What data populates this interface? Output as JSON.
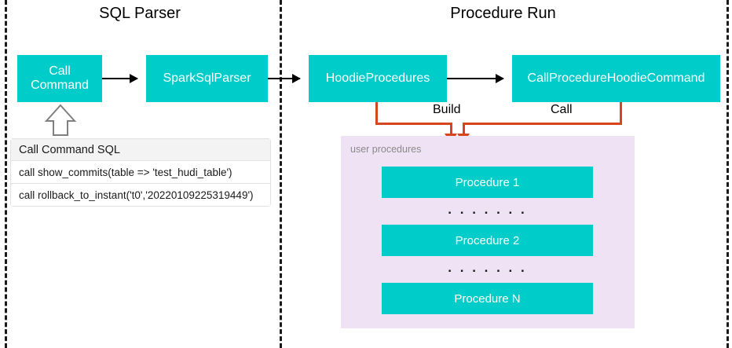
{
  "diagram": {
    "sections": [
      {
        "id": "sql-parser",
        "title": "SQL Parser"
      },
      {
        "id": "procedure-run",
        "title": "Procedure Run"
      }
    ],
    "nodes": [
      {
        "id": "call-command",
        "label": "Call\nCommand"
      },
      {
        "id": "spark-sql-parser",
        "label": "SparkSqlParser"
      },
      {
        "id": "hoodie-procedures",
        "label": "HoodieProcedures"
      },
      {
        "id": "call-procedure-hoodie-command",
        "label": "CallProcedureHoodieCommand"
      }
    ],
    "node_labels": {
      "call_command_line1": "Call",
      "call_command_line2": "Command",
      "spark_sql_parser": "SparkSqlParser",
      "hoodie_procedures": "HoodieProcedures",
      "call_procedure_hoodie_command": "CallProcedureHoodieCommand"
    },
    "edge_labels": {
      "build": "Build",
      "call": "Call"
    },
    "sql_table": {
      "header": "Call Command SQL",
      "rows": [
        "call show_commits(table => 'test_hudi_table')",
        "call rollback_to_instant('t0','20220109225319449')"
      ]
    },
    "procedures_panel": {
      "label": "user procedures",
      "items": [
        {
          "label": "Procedure 1"
        },
        {
          "label": "Procedure 2"
        },
        {
          "label": "Procedure N"
        }
      ],
      "ellipsis": ". . . . . . ."
    },
    "colors": {
      "node_fill": "#00ccca",
      "node_text": "#ffffff",
      "panel_fill": "#f0e2f5",
      "panel_label": "#8a8a8a",
      "connector_orange": "#d6451d",
      "connector_black": "#000000",
      "divider": "#1a1a1a",
      "table_header_fill": "#f3f3f3",
      "table_border": "#e2e2e2"
    }
  }
}
